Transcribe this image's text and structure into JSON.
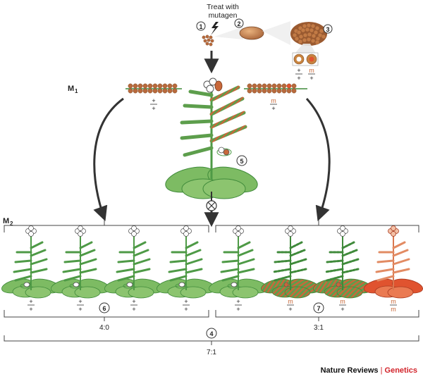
{
  "step_label": {
    "line1": "Treat with",
    "line2": "mutagen"
  },
  "step_numbers": [
    "1",
    "2",
    "3",
    "4",
    "5",
    "6",
    "7"
  ],
  "generations": {
    "m1": "M",
    "m1_sub": "1",
    "m2": "M",
    "m2_sub": "2"
  },
  "genotypes": {
    "wild": {
      "top": "+",
      "bottom": "+"
    },
    "het": {
      "top": "m",
      "bottom": "+"
    },
    "hom": {
      "top": "m",
      "bottom": "m"
    }
  },
  "ratios": {
    "left": "4:0",
    "right": "3:1",
    "total": "7:1"
  },
  "colors": {
    "leaf": "#6fae5a",
    "leaf_dark": "#3f8a3a",
    "stem": "#4e9a46",
    "mutant": "#c8683a",
    "mutant_red": "#e0532f",
    "seed": "#b86a3c",
    "seed_dark": "#7a4a2a",
    "arrow": "#333333",
    "bracket": "#444444"
  },
  "credit": {
    "journal": "Nature Reviews",
    "separator": "|",
    "subject": "Genetics"
  }
}
